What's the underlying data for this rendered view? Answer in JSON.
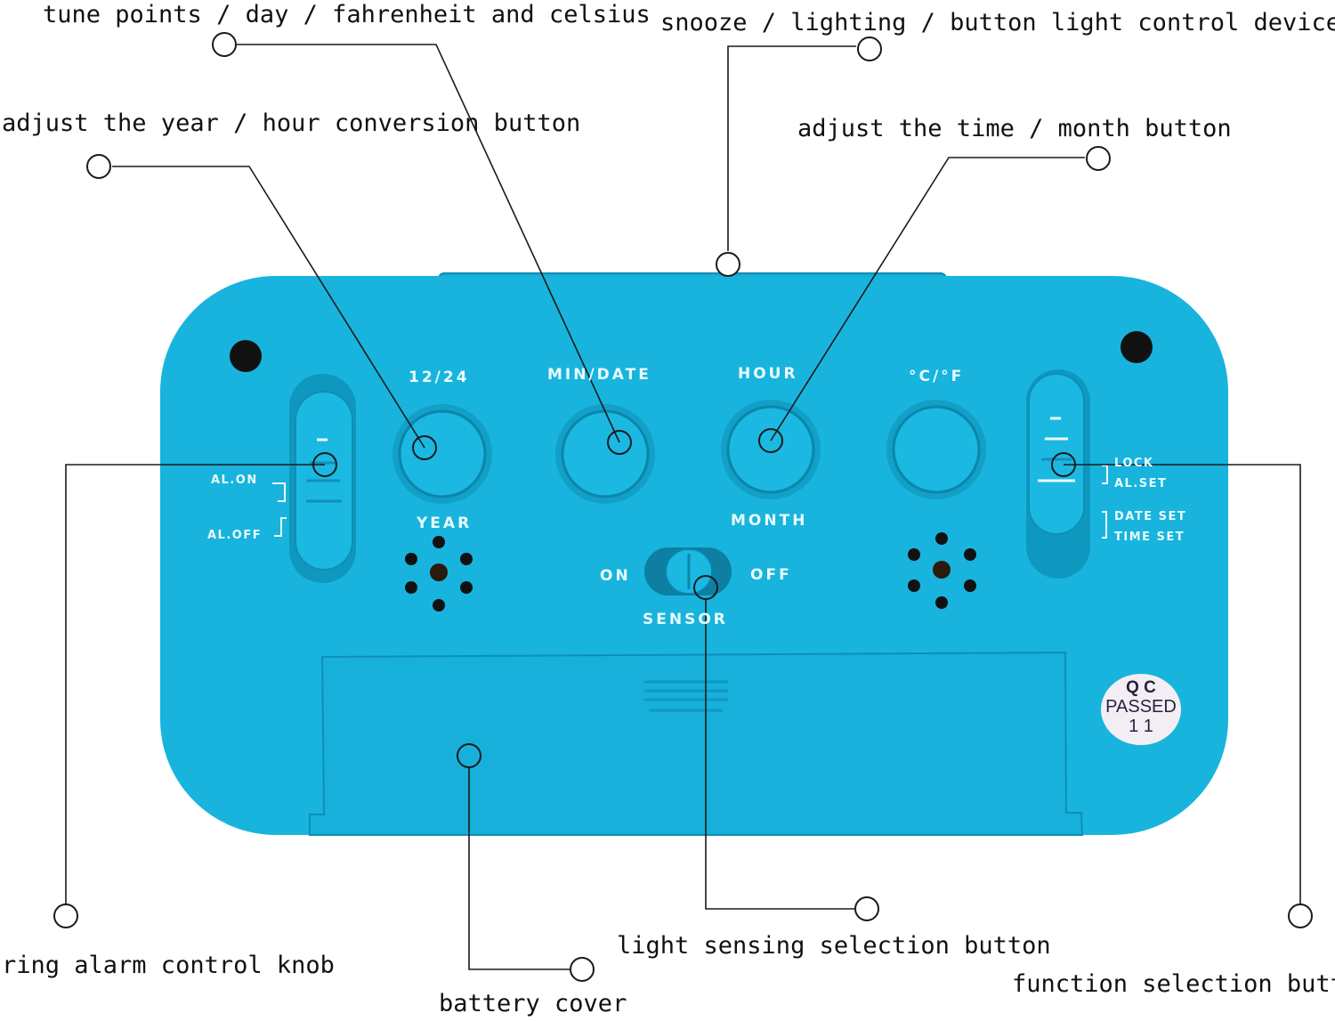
{
  "callouts": {
    "tune_points": "tune points / day / fahrenheit and celsius",
    "snooze": "snooze / lighting / button light control device",
    "adjust_year": "adjust the year / hour conversion button",
    "adjust_time": "adjust the time / month button",
    "ring_alarm": "ring alarm control knob",
    "battery_cover": "battery cover",
    "light_sensing": "light sensing selection button",
    "function_selection": "function selection button"
  },
  "panel": {
    "btn_12_24": "12/24",
    "btn_min_date": "MIN/DATE",
    "btn_hour": "HOUR",
    "btn_cf": "°C/°F",
    "year": "YEAR",
    "month": "MONTH",
    "al_on": "AL.ON",
    "al_off": "AL.OFF",
    "lock": "LOCK",
    "al_set": "AL.SET",
    "date_set": "DATE SET",
    "time_set": "TIME SET",
    "sensor_on": "ON",
    "sensor_off": "OFF",
    "sensor": "SENSOR"
  },
  "qc_sticker": {
    "line1": "Q C",
    "line2": "PASSED",
    "line3": "1 1"
  },
  "colors": {
    "body": "#18b4dd",
    "body_dark": "#0f9fc6",
    "line": "#1a1a1a"
  }
}
